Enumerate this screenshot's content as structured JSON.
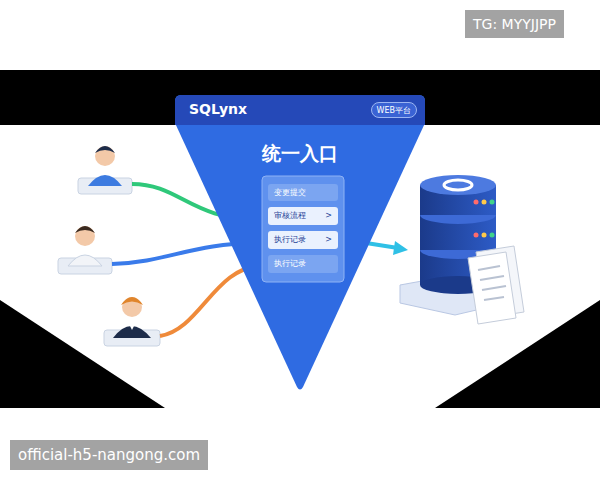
{
  "diagram": {
    "nodes": [
      {
        "text": [
          "统一入口"
        ]
      },
      {
        "text": [
          "SQLynx"
        ],
        "in": 0
      },
      {
        "text": [
          "WEB平台"
        ],
        "in": 1
      },
      {
        "text": [
          "变更提交"
        ],
        "in": 0
      },
      {
        "text": [
          "审核流程",
          ">"
        ],
        "in": 0
      },
      {
        "text": [
          "执行记录",
          ">"
        ],
        "in": 0
      },
      {
        "text": [
          "执行记录"
        ],
        "in": 0
      }
    ],
    "labels": [
      "TG: MYYJJPP",
      "official-h5-nangong.com"
    ]
  }
}
